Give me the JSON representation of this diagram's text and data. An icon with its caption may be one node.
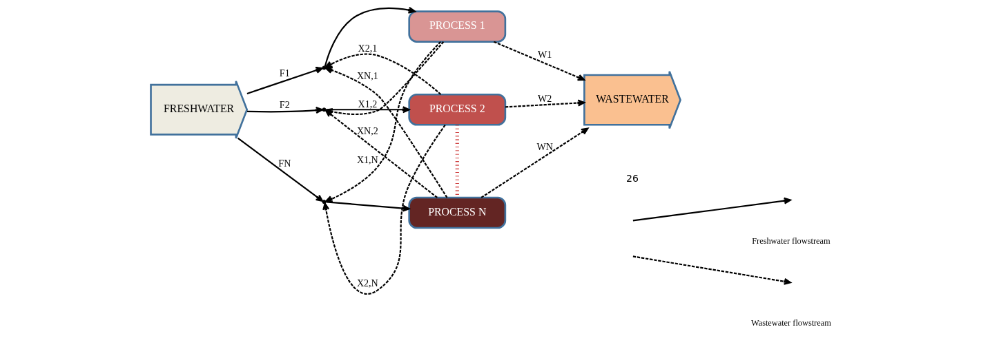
{
  "diagram": {
    "nodes": [
      {
        "text": [
          "FRESHWATER"
        ]
      },
      {
        "text": [],
        "shape": "point"
      },
      {
        "text": [],
        "shape": "point"
      },
      {
        "text": [],
        "shape": "point"
      },
      {
        "text": [
          "PROCESS 1"
        ]
      },
      {
        "text": [
          "PROCESS 2"
        ]
      },
      {
        "text": [
          "PROCESS N"
        ]
      },
      {
        "text": [
          "WASTEWATER"
        ]
      }
    ],
    "edges": [
      {
        "from": 0,
        "to": 1,
        "arrow": "to",
        "label": "F1"
      },
      {
        "from": 0,
        "to": 2,
        "arrow": "to",
        "label": "F2"
      },
      {
        "from": 0,
        "to": 3,
        "arrow": "to",
        "label": "FN"
      },
      {
        "from": 1,
        "to": 4,
        "arrow": "to"
      },
      {
        "from": 2,
        "to": 5,
        "arrow": "to"
      },
      {
        "from": 3,
        "to": 6,
        "arrow": "to"
      },
      {
        "from": 6,
        "to": 1,
        "arrow": "to",
        "style": "dashed",
        "label": "XN,1"
      },
      {
        "from": 4,
        "to": 2,
        "arrow": "to",
        "style": "dashed",
        "label": "X1,2"
      },
      {
        "from": 5,
        "to": 1,
        "arrow": "to",
        "style": "dashed",
        "label": "X2,1"
      },
      {
        "from": 6,
        "to": 2,
        "arrow": "to",
        "style": "dashed",
        "label": "XN,2"
      },
      {
        "from": 5,
        "to": 3,
        "arrow": "to",
        "style": "dashed",
        "label": "X2,N"
      },
      {
        "from": 4,
        "to": 3,
        "arrow": "to",
        "style": "dashed",
        "label": "X1,N"
      },
      {
        "from": 4,
        "to": 7,
        "arrow": "to",
        "style": "dashed",
        "label": "W1"
      },
      {
        "from": 5,
        "to": 7,
        "arrow": "to",
        "style": "dashed",
        "label": "W2"
      },
      {
        "from": 6,
        "to": 7,
        "arrow": "to",
        "style": "dashed",
        "label": "WN"
      },
      {
        "from": 5,
        "to": 6,
        "arrow": "none",
        "style": "dashed",
        "color": "#c00000"
      }
    ],
    "labels": [
      "26"
    ],
    "legend": [
      {
        "text": "Freshwater flowstream"
      },
      {
        "text": "Wastewater flowstream"
      }
    ]
  }
}
